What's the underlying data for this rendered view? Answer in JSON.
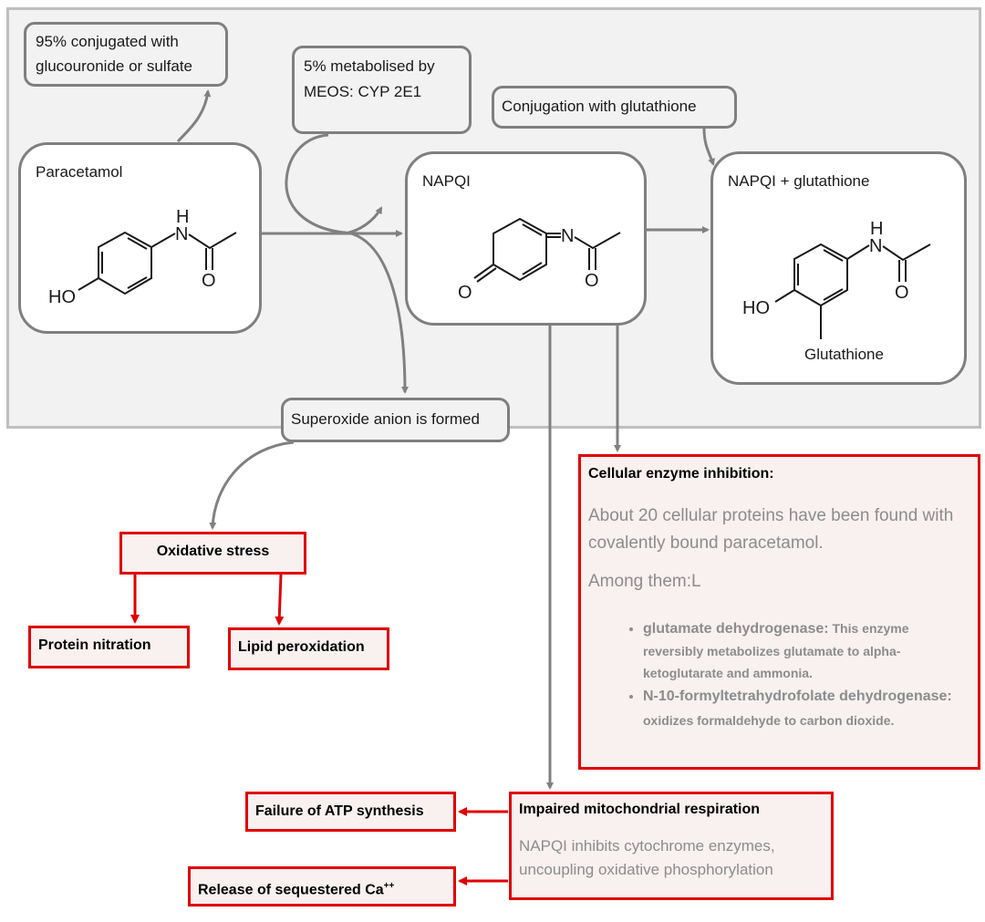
{
  "boxes": {
    "conjugated": "95% conjugated with glucouronide or sulfate",
    "meos_line1": "5% metabolised by",
    "meos_line2": "MEOS:  CYP 2E1",
    "glutathione_conj": "Conjugation with glutathione",
    "paracetamol": "Paracetamol",
    "napqi": "NAPQI",
    "napqi_glut": "NAPQI + glutathione",
    "superoxide": "Superoxide anion is formed",
    "oxidative": "Oxidative stress",
    "nitration": "Protein nitration",
    "lipid": "Lipid peroxidation",
    "atp": "Failure of ATP synthesis",
    "calcium": "Release of sequestered Ca",
    "calcium_sup": "++"
  },
  "enzyme": {
    "title": "Cellular enzyme inhibition:",
    "p1": "About 20 cellular proteins have been found with covalently bound paracetamol.",
    "p2": "Among them:L",
    "items": [
      {
        "bold": "glutamate  dehydrogenase:",
        "text": " This enzyme reversibly metabolizes glutamate to alpha-ketoglutarate  and  ammonia."
      },
      {
        "bold": "N-10-formyltetrahydrofolate dehydrogenase:",
        "text": "  oxidizes formaldehyde to carbon dioxide."
      }
    ]
  },
  "mito": {
    "title": "Impaired mitochondrial  respiration",
    "text": "NAPQI inhibits cytochrome enzymes, uncoupling oxidative phosphorylation"
  },
  "molecule_labels": {
    "ho": "HO",
    "n": "N",
    "h": "H",
    "o": "O",
    "glut": "Glutathione"
  },
  "colors": {
    "arrow": "#808080",
    "red": "#e00000",
    "panel": "#f2f2f2"
  }
}
